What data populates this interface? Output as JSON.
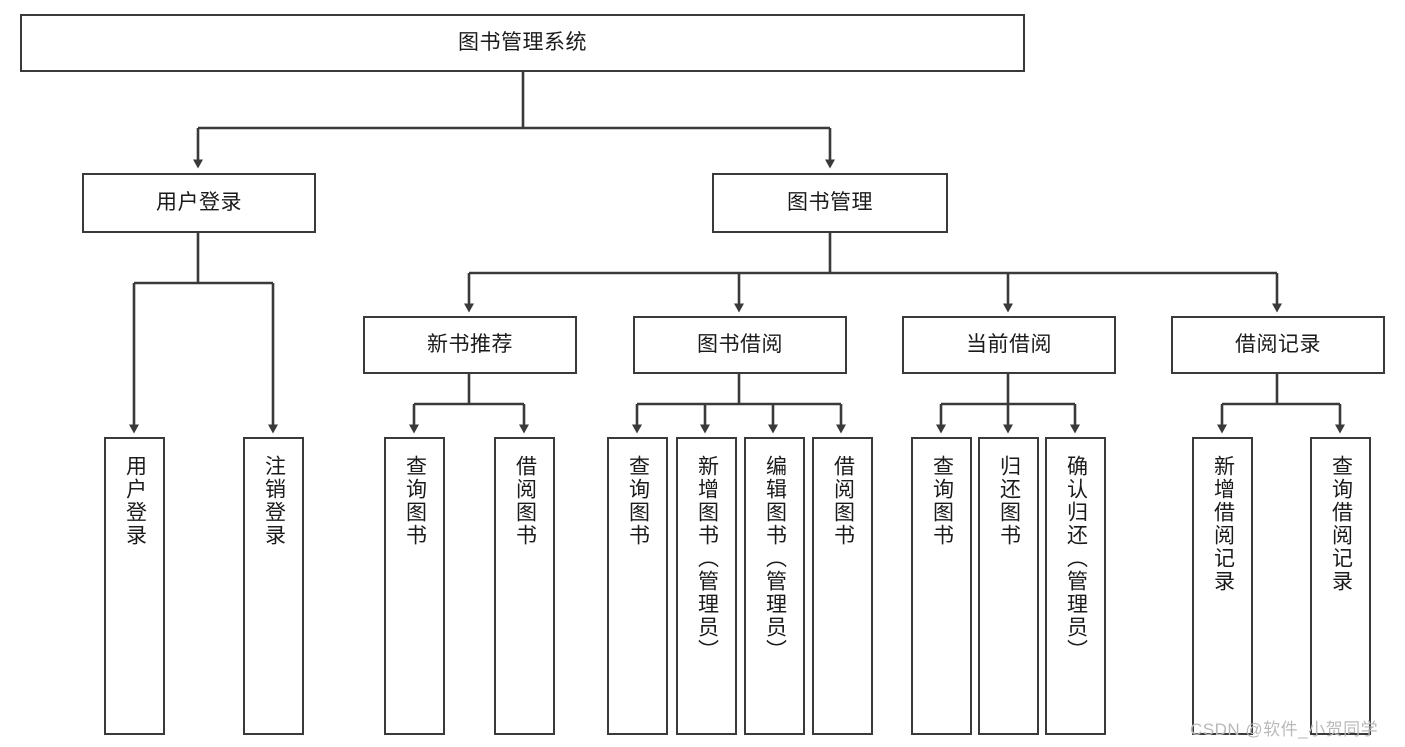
{
  "diagram": {
    "type": "tree-hierarchy",
    "title": "图书管理系统",
    "orientation": "top-down",
    "line_color": "#3a3a3a",
    "box_fill": "#ffffff",
    "text_color": "#1b1b1b",
    "levels": 4
  },
  "nodes": {
    "root": {
      "label": "图书管理系统"
    },
    "level2": [
      {
        "label": "用户登录"
      },
      {
        "label": "图书管理"
      }
    ],
    "level3": [
      {
        "label": "新书推荐"
      },
      {
        "label": "图书借阅"
      },
      {
        "label": "当前借阅"
      },
      {
        "label": "借阅记录"
      }
    ],
    "leaves": {
      "user_login": [
        {
          "label": "用户登录"
        },
        {
          "label": "注销登录"
        }
      ],
      "new_book_recommend": [
        {
          "label": "查询图书"
        },
        {
          "label": "借阅图书"
        }
      ],
      "book_borrow": [
        {
          "label": "查询图书"
        },
        {
          "label": "新增图书（管理员）"
        },
        {
          "label": "编辑图书（管理员）"
        },
        {
          "label": "借阅图书"
        }
      ],
      "current_borrow": [
        {
          "label": "查询图书"
        },
        {
          "label": "归还图书"
        },
        {
          "label": "确认归还（管理员）"
        }
      ],
      "borrow_record": [
        {
          "label": "新增借阅记录"
        },
        {
          "label": "查询借阅记录"
        }
      ]
    }
  },
  "watermark": {
    "text": "CSDN @软件_小贺同学"
  }
}
